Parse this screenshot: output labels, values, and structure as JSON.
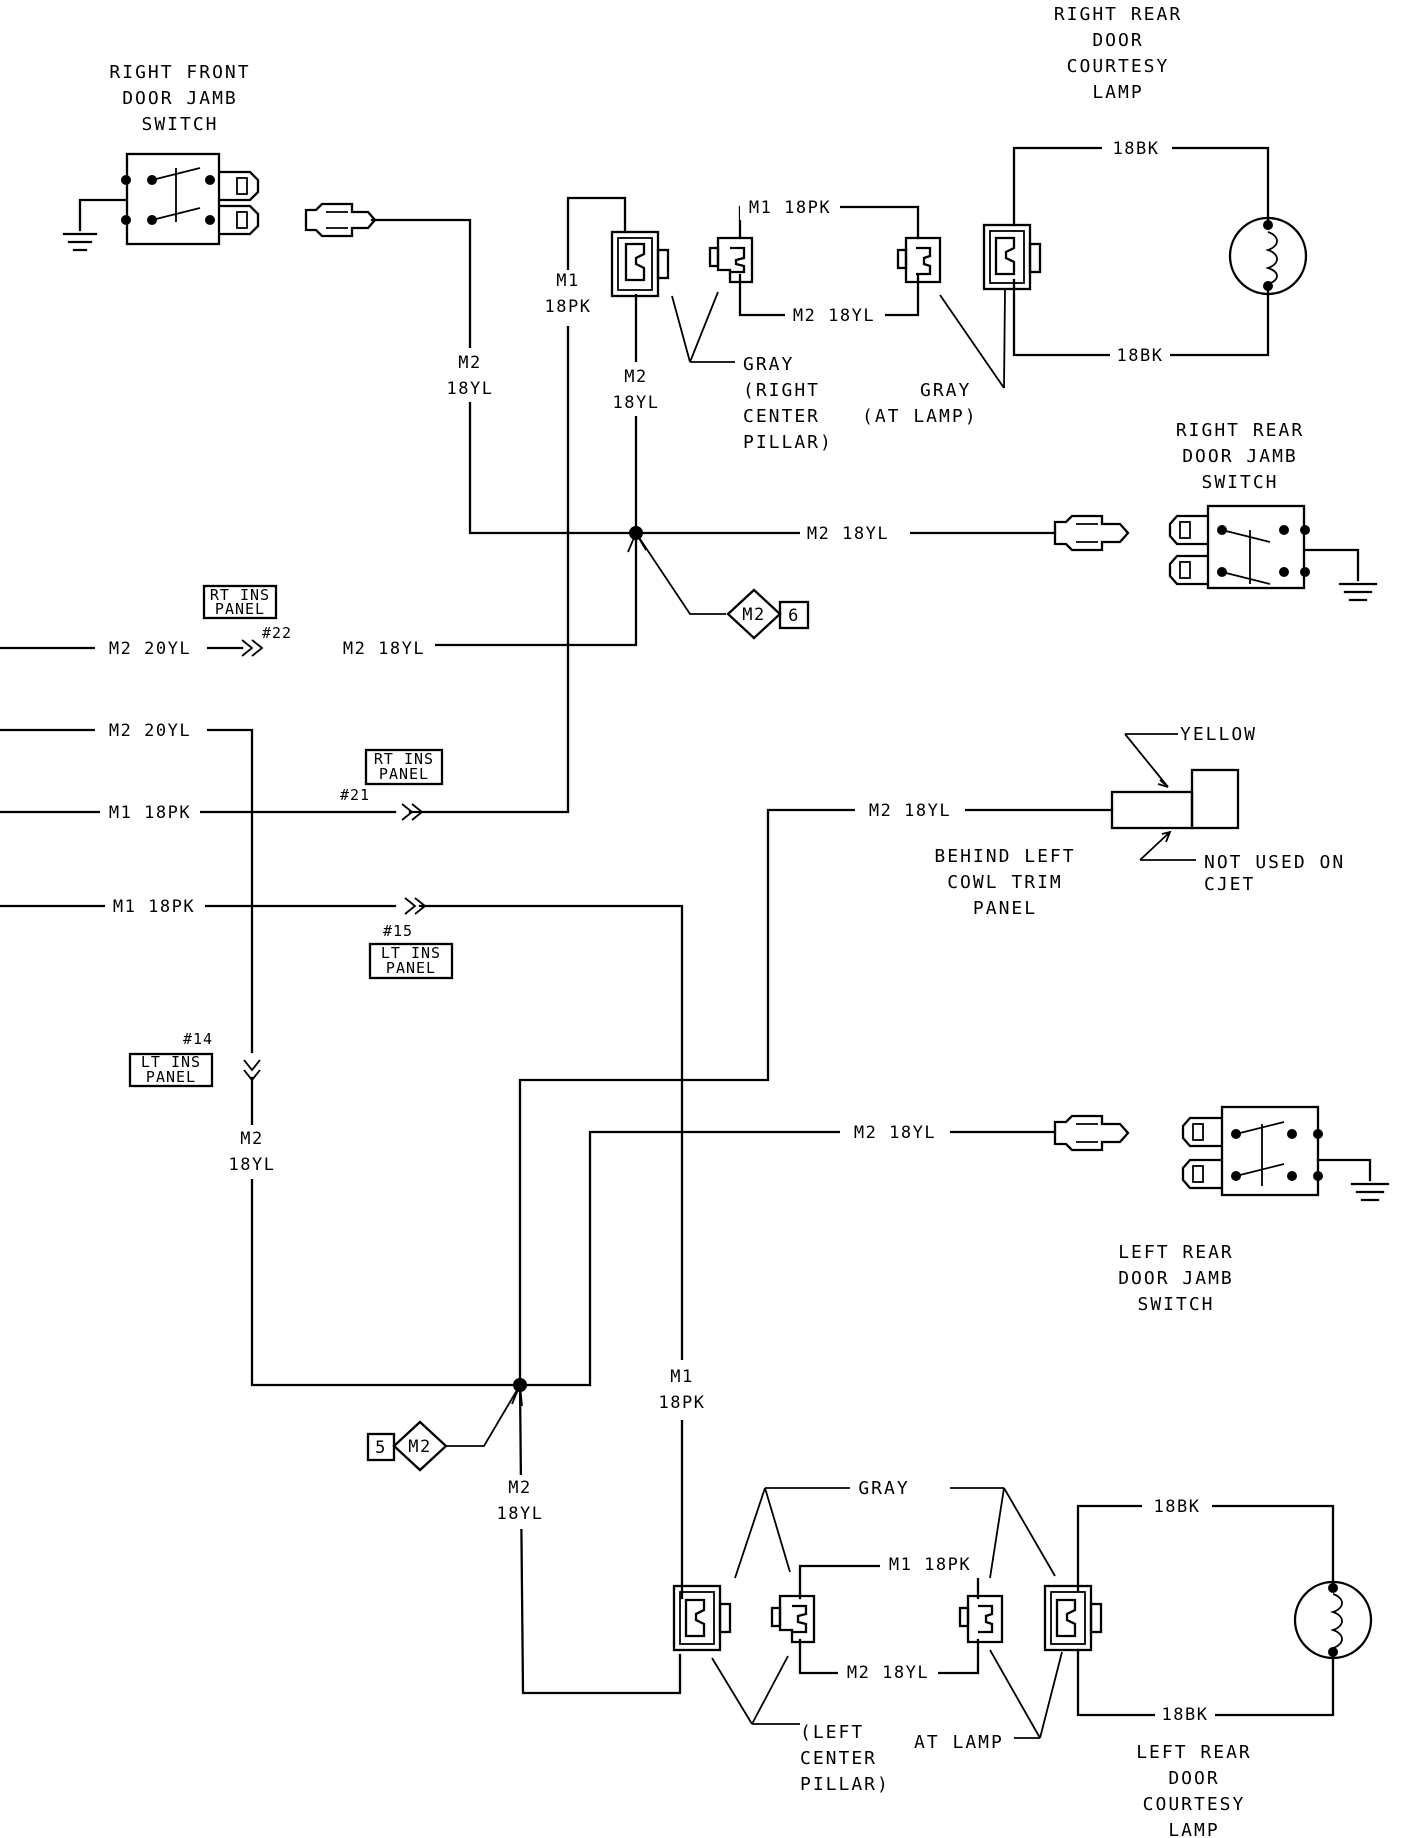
{
  "components": {
    "right_front_switch": [
      "RIGHT FRONT",
      "DOOR JAMB",
      "SWITCH"
    ],
    "right_rear_lamp": [
      "RIGHT REAR",
      "DOOR",
      "COURTESY",
      "LAMP"
    ],
    "right_rear_switch": [
      "RIGHT REAR",
      "DOOR JAMB",
      "SWITCH"
    ],
    "left_rear_switch": [
      "LEFT REAR",
      "DOOR JAMB",
      "SWITCH"
    ],
    "left_rear_lamp": [
      "LEFT REAR",
      "DOOR",
      "COURTESY",
      "LAMP"
    ]
  },
  "wires": {
    "m2_18yl": "M2 18YL",
    "m2_20yl": "M2 20YL",
    "m1_18pk": "M1 18PK",
    "m1": "M1",
    "m2": "M2",
    "pk_18": "18PK",
    "yl_18": "18YL",
    "bk_18": "18BK"
  },
  "connectors": {
    "gray": "GRAY",
    "right_center_pillar": [
      "(RIGHT",
      "CENTER",
      "PILLAR)"
    ],
    "at_lamp_paren": "(AT LAMP)",
    "at_lamp": "AT LAMP",
    "left_center_pillar": [
      "(LEFT",
      "CENTER",
      "PILLAR)"
    ],
    "yellow": "YELLOW",
    "not_used": [
      "NOT USED ON",
      "CJET"
    ],
    "behind_left_cowl": [
      "BEHIND LEFT",
      "COWL TRIM",
      "PANEL"
    ]
  },
  "inline_connectors": [
    {
      "id": "c22",
      "number": "#22",
      "label": [
        "RT INS",
        "PANEL"
      ]
    },
    {
      "id": "c21",
      "number": "#21",
      "label": [
        "RT INS",
        "PANEL"
      ]
    },
    {
      "id": "c15",
      "number": "#15",
      "label": [
        "LT INS",
        "PANEL"
      ]
    },
    {
      "id": "c14",
      "number": "#14",
      "label": [
        "LT INS",
        "PANEL"
      ]
    }
  ],
  "splices": [
    {
      "id": "s6",
      "code": "M2",
      "number": "6"
    },
    {
      "id": "s5",
      "code": "M2",
      "number": "5"
    }
  ]
}
